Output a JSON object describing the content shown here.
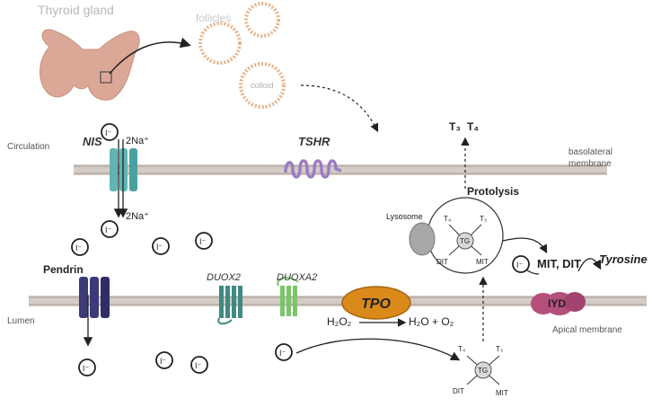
{
  "labels": {
    "thyroid_gland": "Thyroid gland",
    "follicles": "follicles",
    "colloid": "colloid",
    "circulation": "Circulation",
    "lumen": "Lumen",
    "basolateral_line1": "basolateral",
    "basolateral_line2": "membrane",
    "apical_membrane": "Apical membrane",
    "nis": "NIS",
    "na_top": "2Na⁺",
    "na_bottom": "2Na⁺",
    "tshr": "TSHR",
    "pendrin": "Pendrin",
    "duox2": "DUOX2",
    "duoxa2": "DUOXA2",
    "tpo": "TPO",
    "reaction_left": "H₂O₂",
    "reaction_right": "H₂O + O₂",
    "t3": "T₃",
    "t4": "T₄",
    "protolysis": "Protolysis",
    "lysosome": "Lysosome",
    "mit_dit": "MIT, DIT",
    "tyrosine": "Tyrosine",
    "iyd": "IYD",
    "iodide": "I⁻",
    "tg": "TG",
    "tg_t4": "T₄",
    "tg_t3": "T₃",
    "tg_dit": "DIT",
    "tg_mit": "MIT"
  },
  "colors": {
    "membrane": "#c9c1bc",
    "nis": "#5fb5b3",
    "tshr": "#9c7cc4",
    "pendrin": "#3d3a7a",
    "duox2": "#3f8a82",
    "duoxa2": "#7cc46a",
    "tpo": "#d98a1a",
    "iyd": "#b4507a",
    "follicle_dots": "#e8b48a",
    "gland": "#dba898"
  }
}
